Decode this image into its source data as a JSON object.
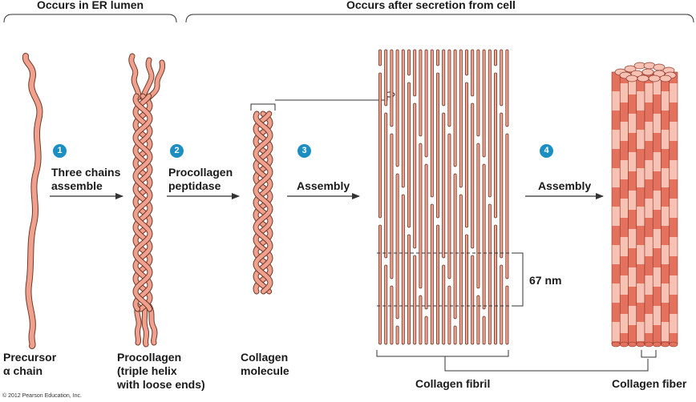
{
  "headers": {
    "er_lumen": "Occurs in ER lumen",
    "after_secretion": "Occurs after secretion from cell"
  },
  "steps": [
    {
      "number": "1",
      "lines": [
        "Three chains",
        "assemble"
      ]
    },
    {
      "number": "2",
      "lines": [
        "Procollagen",
        "peptidase"
      ]
    },
    {
      "number": "3",
      "lines": [
        "Assembly"
      ]
    },
    {
      "number": "4",
      "lines": [
        "Assembly"
      ]
    }
  ],
  "captions": {
    "precursor": [
      "Precursor",
      "α chain"
    ],
    "procollagen": [
      "Procollagen",
      "(triple helix",
      "with loose ends)"
    ],
    "molecule": [
      "Collagen",
      "molecule"
    ],
    "fibril": "Collagen fibril",
    "fiber": "Collagen fiber"
  },
  "measurement": "67 nm",
  "copyright": "© 2012 Pearson Education, Inc.",
  "colors": {
    "strand_fill": "#f0a08c",
    "strand_outline": "#6b3a2a",
    "fiber_dark": "#e4705e",
    "fiber_light": "#f7c2b4",
    "step_circle": "#1b8ec2",
    "line": "#333333"
  }
}
